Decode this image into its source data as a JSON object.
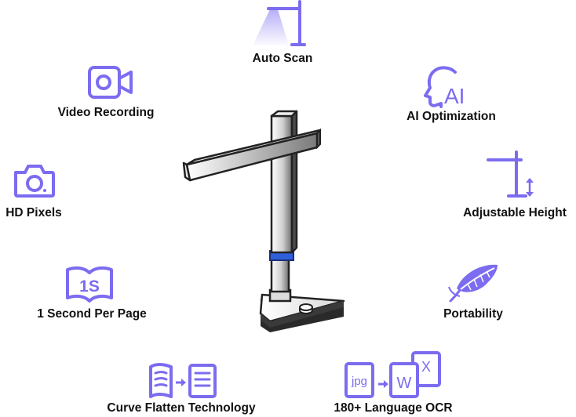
{
  "accent_color": "#7b6cf0",
  "features": {
    "auto_scan": {
      "label": "Auto Scan",
      "icon": "scanner-lamp-icon"
    },
    "video_recording": {
      "label": "Video Recording",
      "icon": "video-camera-icon"
    },
    "ai_optimization": {
      "label": "AI Optimization",
      "icon": "ai-head-icon",
      "icon_text": "AI"
    },
    "hd_pixels": {
      "label": "HD Pixels",
      "icon": "photo-camera-icon"
    },
    "adjustable_height": {
      "label": "Adjustable Height",
      "icon": "height-adjust-icon"
    },
    "one_second": {
      "label": "1 Second Per Page",
      "icon": "open-book-icon",
      "icon_text": "1S"
    },
    "portability": {
      "label": "Portability",
      "icon": "feather-icon"
    },
    "curve_flatten": {
      "label": "Curve Flatten Technology",
      "icon": "flatten-document-icon"
    },
    "ocr": {
      "label": "180+ Language OCR",
      "icon": "file-convert-icon",
      "icon_text_jpg": "jpg",
      "icon_text_w": "W",
      "icon_text_x": "X"
    }
  },
  "product": {
    "icon": "document-scanner-illustration"
  }
}
